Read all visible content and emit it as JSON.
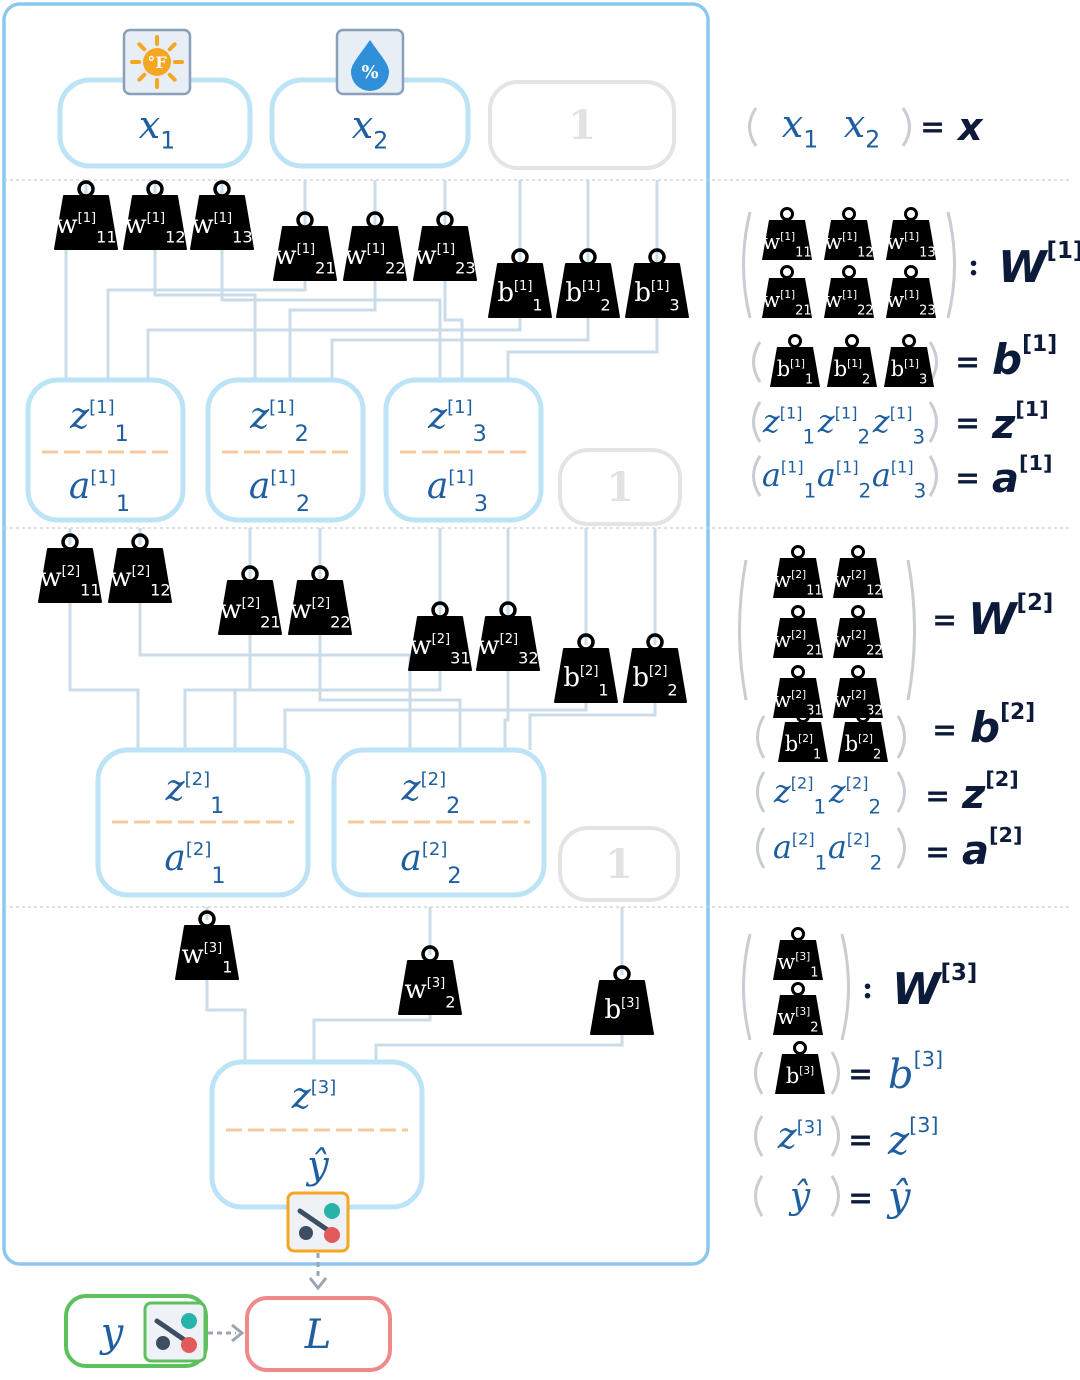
{
  "colors": {
    "node_border": "#bde3f7",
    "faded_border": "#e4e4e4",
    "divider": "#c9ced6",
    "frame": "#8cc7ef",
    "connector": "#c9dce8",
    "var_blue": "#1f5fa0",
    "var_dark": "#0d1b3a",
    "weight_fill": "#000000",
    "yhat": "#d8893a",
    "dash": "#f6c99c",
    "loss_border": "#ee8a8a",
    "loss_text": "#d8342c",
    "target_border": "#5cc15c",
    "target_text": "#2a8a2a",
    "icon_orange": "#f5a623",
    "icon_blue": "#2f8fd8"
  },
  "inputs": [
    {
      "name": "x",
      "sub": "1",
      "icon": "temperature-sun-icon",
      "icon_text": "°F"
    },
    {
      "name": "x",
      "sub": "2",
      "icon": "humidity-drop-icon",
      "icon_text": "%"
    }
  ],
  "bias_unit": "1",
  "layers": [
    {
      "weights": [
        "11",
        "12",
        "13",
        "21",
        "22",
        "23"
      ],
      "biases": [
        "1",
        "2",
        "3"
      ],
      "nodes": [
        "1",
        "2",
        "3"
      ],
      "idx": "[1]"
    },
    {
      "weights": [
        "11",
        "12",
        "21",
        "22",
        "31",
        "32"
      ],
      "biases": [
        "1",
        "2"
      ],
      "nodes": [
        "1",
        "2"
      ],
      "idx": "[2]"
    },
    {
      "weights": [
        "1",
        "2"
      ],
      "biases": [
        ""
      ],
      "nodes": [
        ""
      ],
      "idx": "[3]"
    }
  ],
  "layer_symbols": {
    "w": "w",
    "b": "b",
    "z": "z",
    "a": "a"
  },
  "output": {
    "yhat": "ŷ",
    "icon": "predictor-icon"
  },
  "target": {
    "y": "y"
  },
  "loss": {
    "L": "L"
  },
  "legend": {
    "x": "x",
    "W": "W",
    "b": "b",
    "z": "z",
    "a": "a",
    "yhat": "ŷ",
    "eq": "=",
    "colon": ":"
  }
}
